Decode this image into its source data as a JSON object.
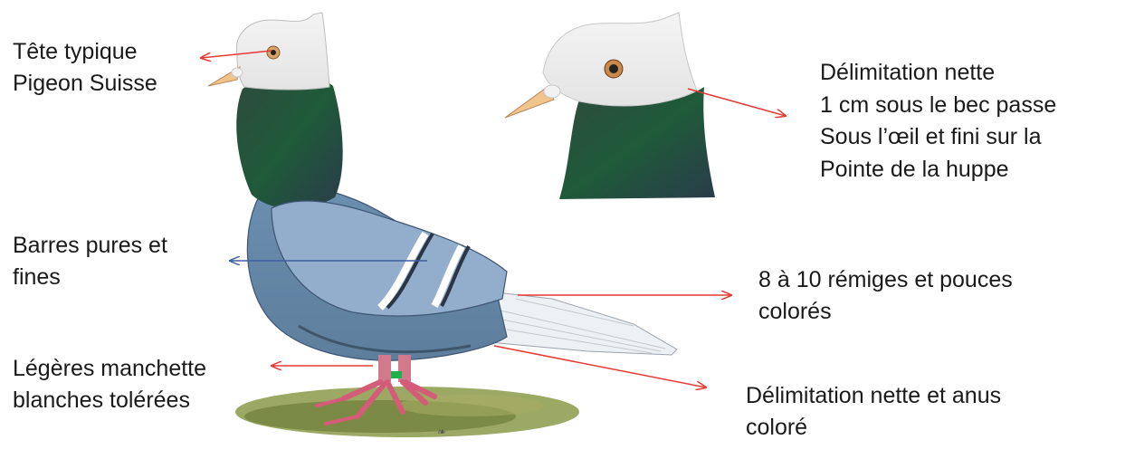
{
  "labels": {
    "typical_head": [
      "Tête typique",
      "Pigeon Suisse"
    ],
    "clean_delimitation": [
      "Délimitation nette",
      "1 cm sous le bec passe",
      "Sous l’œil et fini sur la",
      "Pointe de la huppe"
    ],
    "bars": [
      "Barres pures et",
      "fines"
    ],
    "flights": [
      "8 à 10 rémiges et pouces",
      "colorés"
    ],
    "muffs": [
      "Légères manchette",
      "blanches tolérées"
    ],
    "vent": [
      "Délimitation nette et anus",
      "coloré"
    ]
  },
  "colors": {
    "arrow_red": "#e53935",
    "arrow_blue": "#3d5f9e",
    "text": "#1a1a1a"
  },
  "illustration": {
    "subject": "white-headed blue-barred crested pigeon",
    "signature": "artist signature"
  }
}
